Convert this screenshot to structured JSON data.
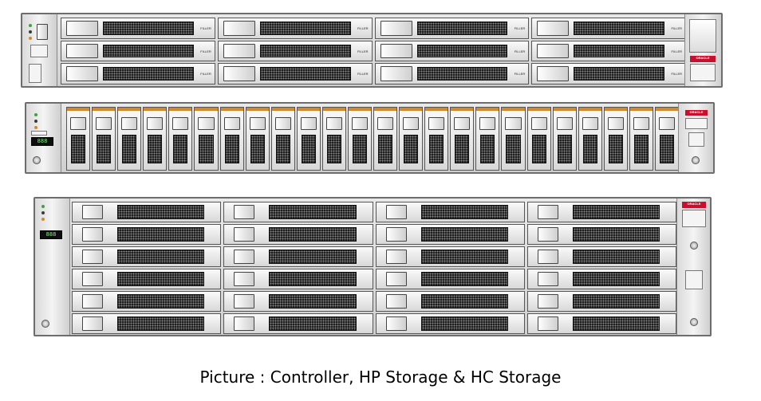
{
  "caption": "Picture : Controller, HP Storage & HC Storage",
  "labels": {
    "brand": "ORACLE",
    "filler": "FILLER",
    "display": "888"
  },
  "units": [
    {
      "name": "controller"
    },
    {
      "name": "hp-storage"
    },
    {
      "name": "hc-storage"
    }
  ],
  "colors": {
    "oracle_red": "#c8102e",
    "led_green": "#3aa53a",
    "led_amber": "#d08a2a"
  }
}
